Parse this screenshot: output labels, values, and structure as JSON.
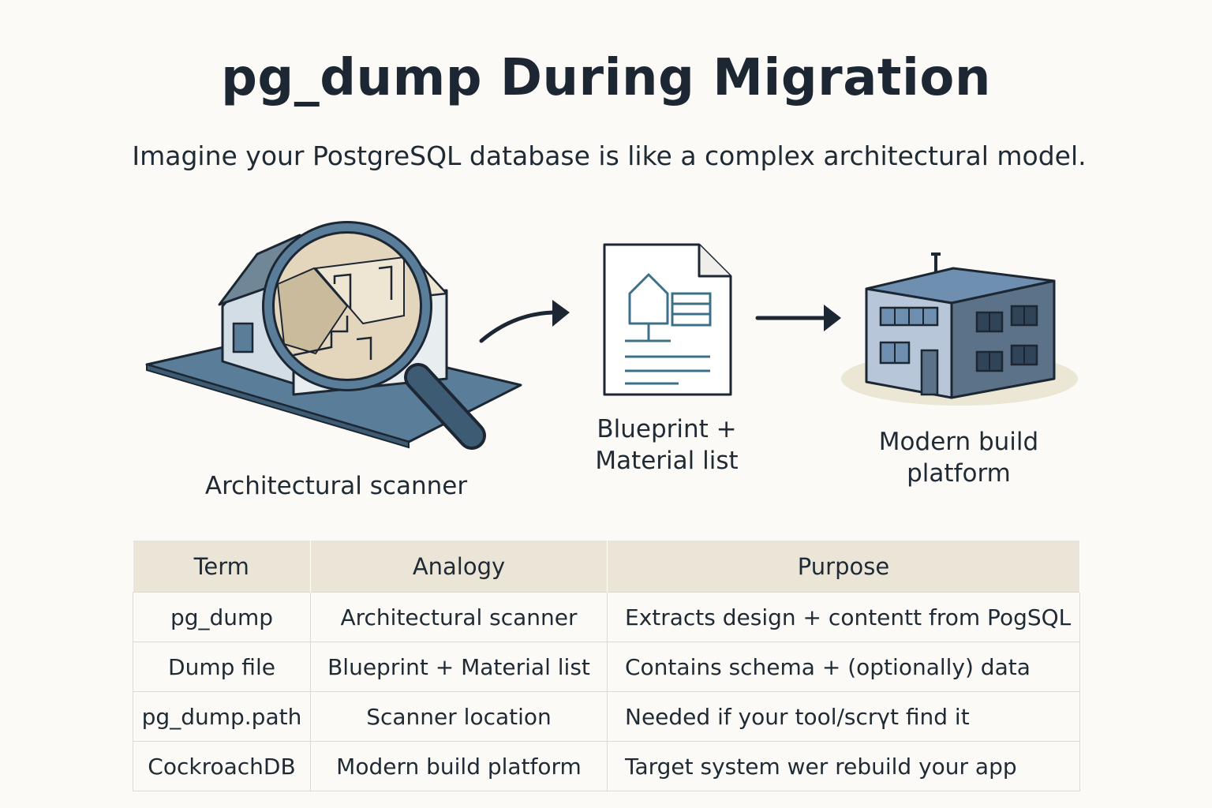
{
  "title": "pg_dump During Migration",
  "subtitle": "Imagine your PostgreSQL database is like a complex architectural model.",
  "diagram": {
    "scanner_label": "Architectural scanner",
    "blueprint_label_line1": "Blueprint +",
    "blueprint_label_line2": "Material list",
    "platform_label_line1": "Modern build",
    "platform_label_line2": "platform"
  },
  "table": {
    "headers": [
      "Term",
      "Analogy",
      "Purpose"
    ],
    "rows": [
      [
        "pg_dump",
        "Architectural scanner",
        "Extracts design + contentt from PogSQL"
      ],
      [
        "Dump file",
        "Blueprint + Material list",
        "Contains schema + (optionally) data"
      ],
      [
        "pg_dump.path",
        "Scanner location",
        "Needed if your tool/scrγt find it"
      ],
      [
        "CockroachDB",
        "Modern build platform",
        "Target system wer rebuild your app"
      ]
    ]
  },
  "colors": {
    "background": "#fbfaf6",
    "header_fill": "#ebe5d8",
    "slate_blue": "#5a7e99",
    "dark_navy": "#1c2733"
  },
  "icons": [
    "house-model-icon",
    "magnifier-icon",
    "document-icon",
    "building-icon",
    "arrow-right-icon"
  ]
}
